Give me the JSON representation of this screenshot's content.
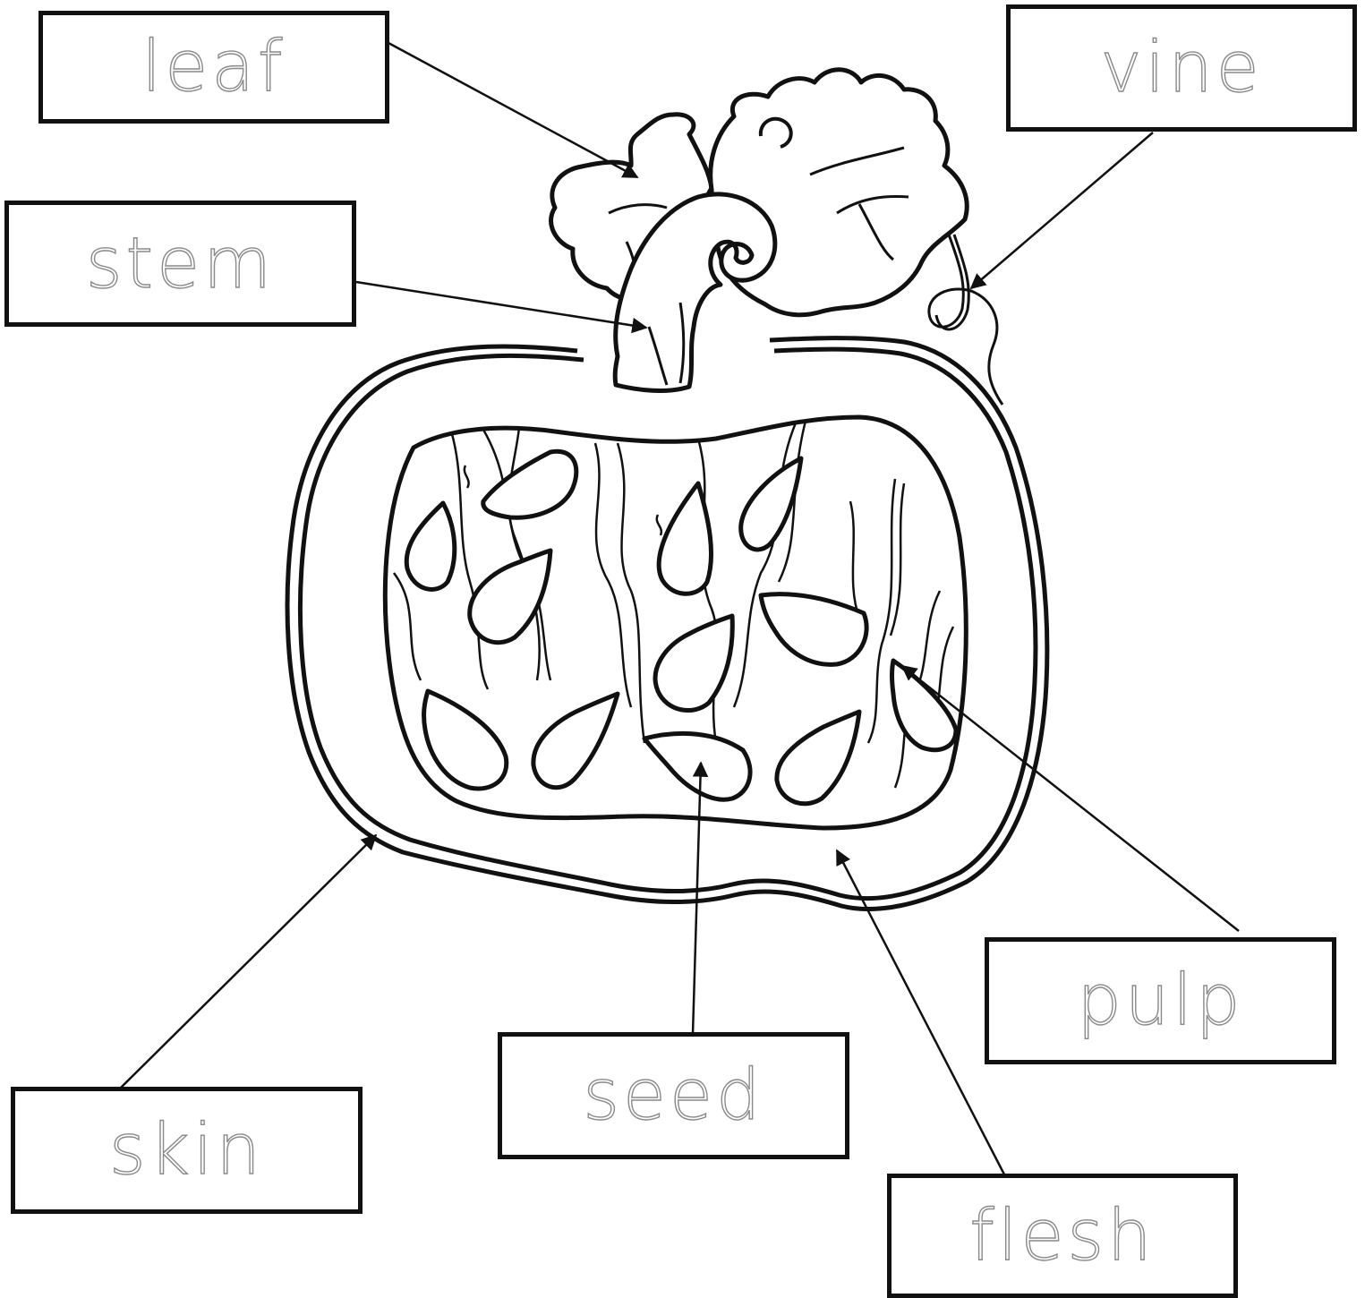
{
  "labels": {
    "leaf": "leaf",
    "vine": "vine",
    "stem": "stem",
    "pulp": "pulp",
    "seed": "seed",
    "skin": "skin",
    "flesh": "flesh"
  },
  "colors": {
    "ink": "#111111",
    "traced_text": "#8a8a8a",
    "background": "#ffffff"
  }
}
